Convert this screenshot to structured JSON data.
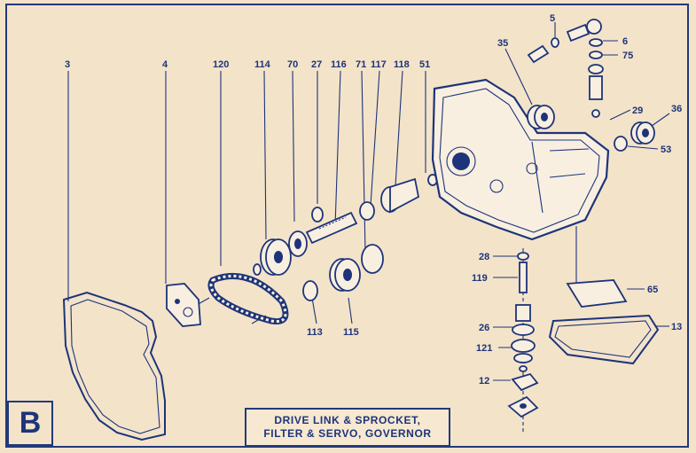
{
  "caption": {
    "line1": "DRIVE LINK & SPROCKET,",
    "line2": "FILTER & SERVO, GOVERNOR"
  },
  "section_letter": "B",
  "labels": {
    "l3": "3",
    "l4": "4",
    "l120": "120",
    "l114": "114",
    "l70": "70",
    "l27": "27",
    "l116": "116",
    "l71": "71",
    "l117": "117",
    "l118": "118",
    "l51": "51",
    "l35": "35",
    "l5": "5",
    "l6": "6",
    "l75": "75",
    "l29": "29",
    "l36": "36",
    "l53": "53",
    "l28": "28",
    "l119": "119",
    "l65": "65",
    "l26": "26",
    "l13": "13",
    "l121": "121",
    "l12": "12",
    "l113": "113",
    "l115": "115"
  },
  "colors": {
    "ink": "#1d347a",
    "paper": "#f3e3c9"
  }
}
